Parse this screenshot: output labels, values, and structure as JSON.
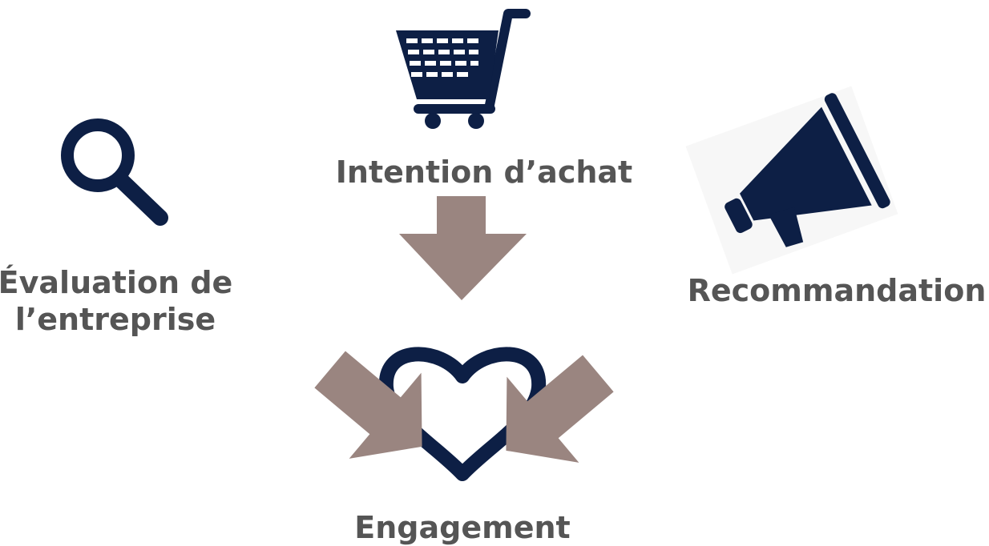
{
  "diagram": {
    "nodes": {
      "purchase_intent": {
        "label": "Intention d’achat",
        "icon": "shopping-cart-icon"
      },
      "company_evaluation": {
        "label_line1": "Évaluation de",
        "label_line2": "l’entreprise",
        "icon": "magnifying-glass-icon"
      },
      "recommendation": {
        "label": "Recommandation",
        "icon": "megaphone-icon"
      },
      "engagement": {
        "label": "Engagement",
        "icon": "heart-icon"
      }
    },
    "edges": [
      {
        "from": "purchase_intent",
        "to": "engagement"
      },
      {
        "from": "company_evaluation",
        "to": "engagement"
      },
      {
        "from": "recommendation",
        "to": "engagement"
      }
    ]
  },
  "colors": {
    "icon": "#0d1f45",
    "arrow": "#9a8580",
    "text": "#555555"
  }
}
